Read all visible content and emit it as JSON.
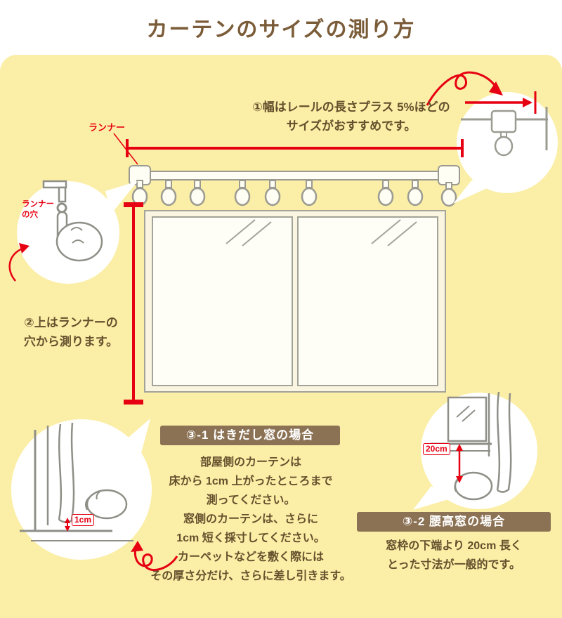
{
  "title": "カーテンのサイズの測り方",
  "colors": {
    "background_yellow": "#fbeea6",
    "accent_red": "#e60012",
    "text_brown": "#65502d",
    "badge_brown": "#8c7254",
    "outline_gray": "#9b9b92"
  },
  "annotations": {
    "runner_label": "ランナー",
    "step1": {
      "line1": "①幅はレールの長さプラス 5%ほどの",
      "line2": "サイズがおすすめです。"
    },
    "step2": {
      "line1": "②上はランナーの",
      "line2": "穴から測ります。"
    },
    "runner_hole": {
      "line1": "ランナー",
      "line2": "の穴"
    },
    "measure_1cm": "1cm",
    "measure_20cm": "20cm"
  },
  "step3_1": {
    "badge": "③-1 はきだし窓の場合",
    "lines": [
      "部屋側のカーテンは",
      "床から 1cm 上がったところまで",
      "測ってください。",
      "窓側のカーテンは、さらに",
      "1cm 短く採寸してください。",
      "カーペットなどを敷く際には",
      "その厚さ分だけ、さらに差し引きます。"
    ]
  },
  "step3_2": {
    "badge": "③-2 腰高窓の場合",
    "lines": [
      "窓枠の下端より 20cm 長く",
      "とった寸法が一般的です。"
    ]
  }
}
